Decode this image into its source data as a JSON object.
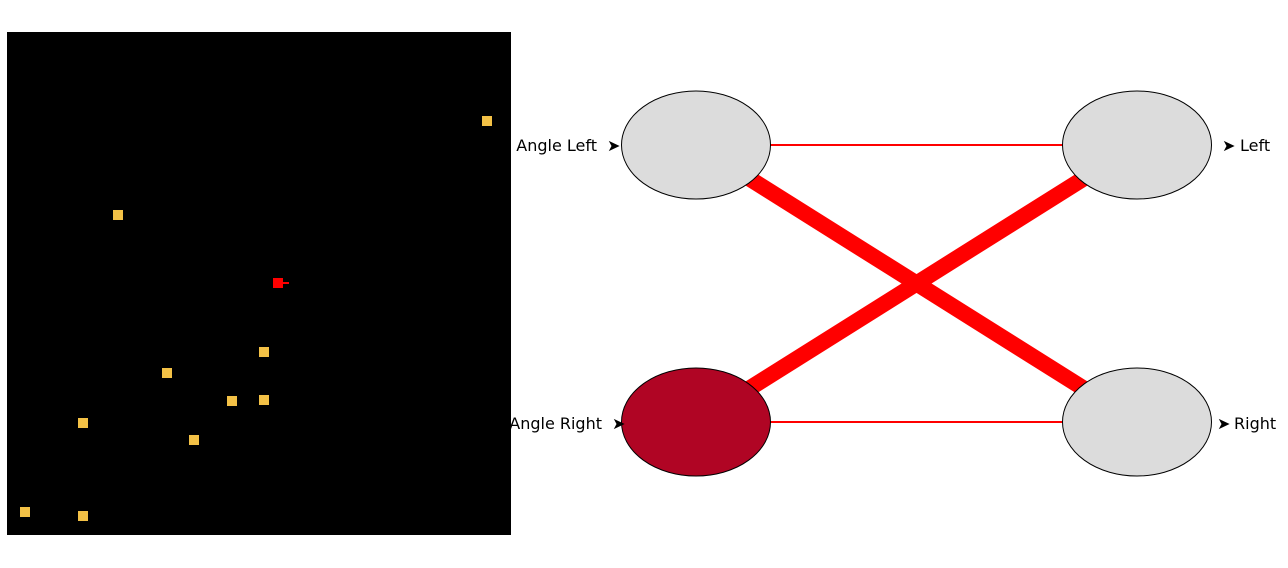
{
  "colors": {
    "arena_background": "#000000",
    "food": "#f3c146",
    "agent": "#ff0000",
    "neuron_inactive": "#dcdcdc",
    "neuron_active": "#b00524",
    "connection": "#ff0000"
  },
  "arena": {
    "agent": {
      "heading": "right"
    }
  },
  "network": {
    "inputs": [
      {
        "label": "Angle Left",
        "active": false
      },
      {
        "label": "Angle Right",
        "active": true
      }
    ],
    "outputs": [
      {
        "label": "Left",
        "active": false
      },
      {
        "label": "Right",
        "active": false
      }
    ],
    "connections": [
      {
        "from": "Angle Left",
        "to": "Left",
        "strength": "weak"
      },
      {
        "from": "Angle Left",
        "to": "Right",
        "strength": "strong"
      },
      {
        "from": "Angle Right",
        "to": "Left",
        "strength": "strong"
      },
      {
        "from": "Angle Right",
        "to": "Right",
        "strength": "weak"
      }
    ]
  }
}
